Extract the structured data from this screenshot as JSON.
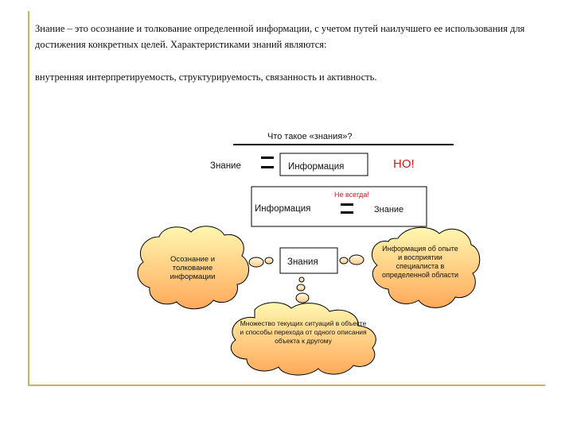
{
  "text": {
    "paragraph1": "Знание – это осознание и толкование определенной информации, с учетом путей наилучшего ее использования для достижения конкретных целей. Характеристиками знаний являются:",
    "paragraph2": "внутренняя интерпретируемость, структурируемость, связанность и активность."
  },
  "diagram": {
    "question": "Что такое «знания»?",
    "row1_left": "Знание",
    "row1_right": "Информация",
    "but": "НО!",
    "not_always": "Не всегда!",
    "row2_left": "Информация",
    "row2_right": "Знание",
    "center": "Знания",
    "cloud_left": "Осознание и толкование информации",
    "cloud_right": "Информация об опыте и восприятии специалиста в определенной области",
    "cloud_bottom": "Множество текущих ситуаций в объекте и способы перехода от одного описания объекта к другому"
  },
  "colors": {
    "rule": "#c9b25a",
    "accent_red": "#d21a1a",
    "cloud_top": "#fff7b0",
    "cloud_bottom": "#ffa95a"
  }
}
